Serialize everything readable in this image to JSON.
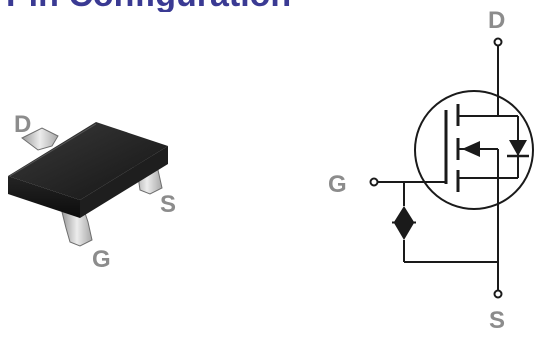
{
  "header": {
    "partial_title": "Pin Configuration"
  },
  "package": {
    "labels": {
      "drain": "D",
      "source": "S",
      "gate": "G"
    }
  },
  "schematic": {
    "labels": {
      "drain": "D",
      "gate": "G",
      "source": "S"
    },
    "colors": {
      "line": "#1a1a1a",
      "label": "#8c8c8c"
    }
  },
  "colors": {
    "title": "#2a2a8a",
    "package_body": "#1b1b1b",
    "lead_metal": "#c8c8c8",
    "pin_label": "#8c8c8c"
  }
}
